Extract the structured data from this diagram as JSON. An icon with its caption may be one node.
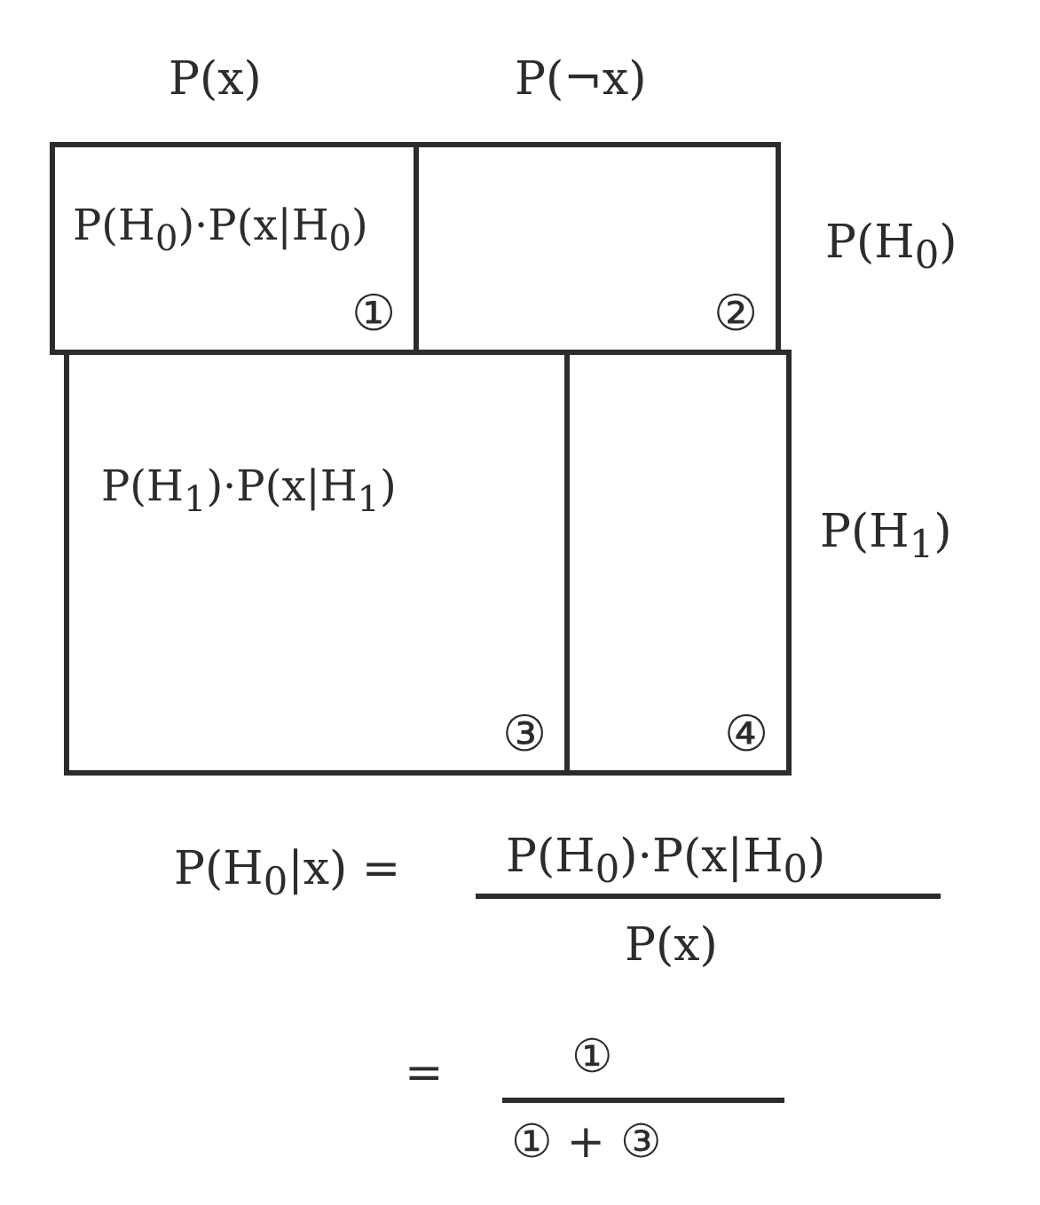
{
  "diagram": {
    "nodes": [
      {
        "text": [
          "P(H$_{0}$)·P(x|H$_{0}$)",
          "①"
        ]
      },
      {
        "text": [
          "②"
        ]
      },
      {
        "text": [
          "P(H$_{1}$)·P(x|H$_{1}$)",
          "③"
        ]
      },
      {
        "text": [
          "④"
        ]
      }
    ],
    "labels": [
      "P(x)",
      "P(¬x)",
      "P(H$_{0}$)",
      "P(H$_{1}$)",
      "P(H$_{0}$|x) =",
      "P(H$_{0}$)·P(x|H$_{0}$)",
      "P(x)",
      "=",
      "①",
      "① + ③"
    ]
  }
}
